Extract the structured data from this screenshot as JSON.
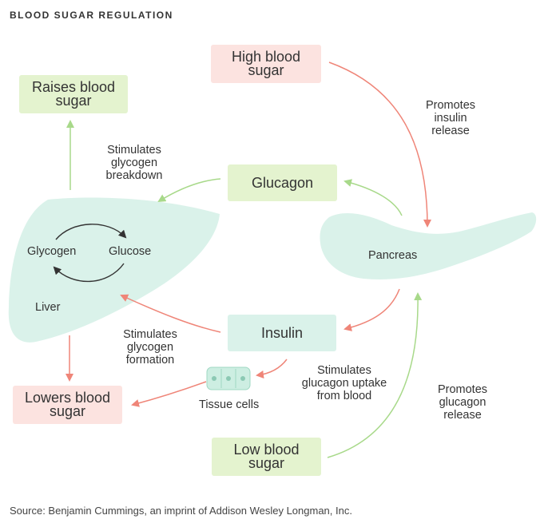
{
  "title": "BLOOD SUGAR REGULATION",
  "source": "Source: Benjamin Cummings, an imprint of Addison Wesley Longman, Inc.",
  "boxes": {
    "high_blood_sugar": "High blood\nsugar",
    "raises_blood_sugar": "Raises blood\nsugar",
    "glucagon": "Glucagon",
    "insulin": "Insulin",
    "lowers_blood_sugar": "Lowers blood\nsugar",
    "low_blood_sugar": "Low blood\nsugar"
  },
  "labels": {
    "promotes_insulin_release": "Promotes\ninsulin\nrelease",
    "stimulates_glycogen_breakdown": "Stimulates\nglycogen\nbreakdown",
    "stimulates_glycogen_formation": "Stimulates\nglycogen\nformation",
    "stimulates_glucagon_uptake": "Stimulates\nglucagon uptake\nfrom blood",
    "promotes_glucagon_release": "Promotes\nglucagon\nrelease"
  },
  "organs": {
    "glycogen": "Glycogen",
    "glucose": "Glucose",
    "liver": "Liver",
    "pancreas": "Pancreas",
    "tissue_cells": "Tissue cells"
  },
  "colors": {
    "green_arrow": "#a8d98a",
    "red_arrow": "#ef8578",
    "dark_arrow": "#333333",
    "organ_fill": "#daf2ea"
  }
}
